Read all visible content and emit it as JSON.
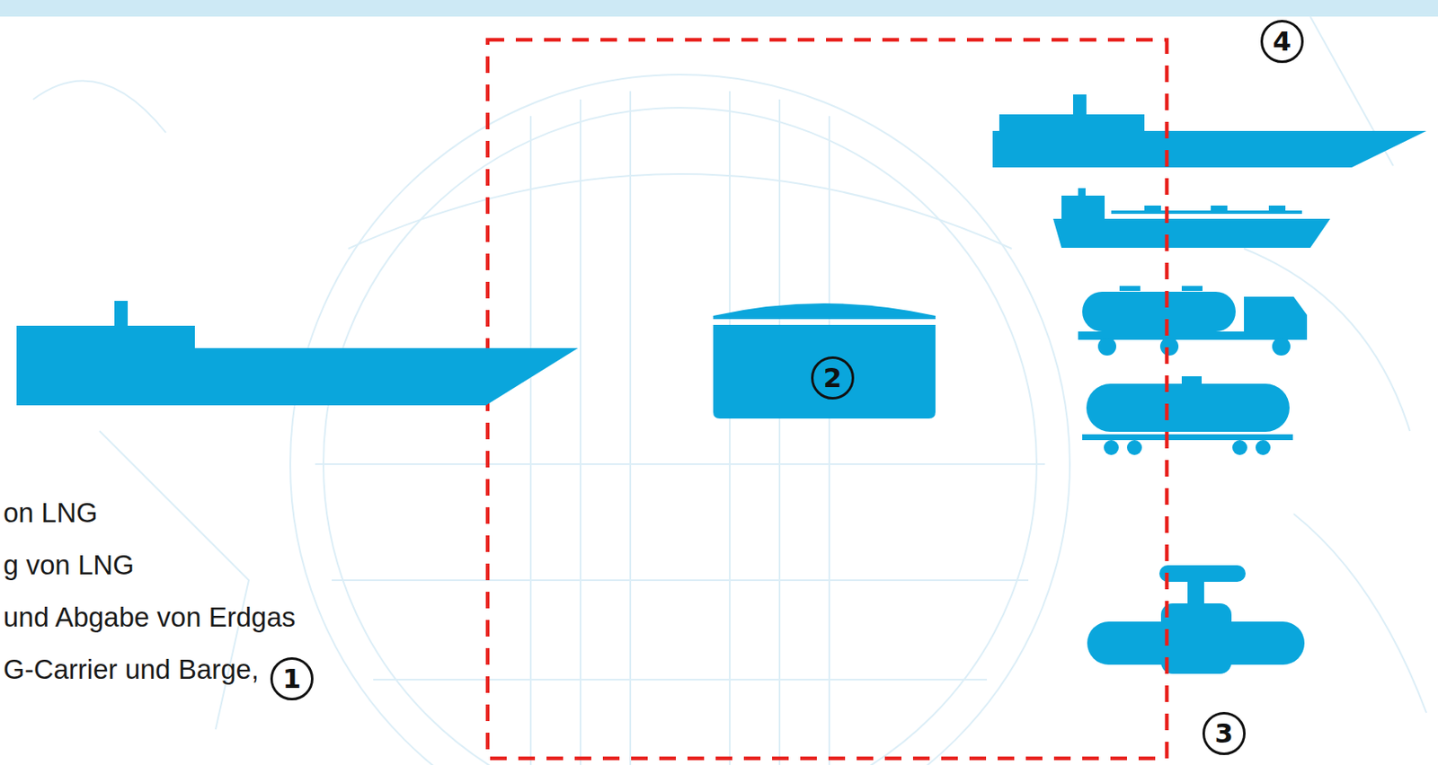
{
  "diagram": {
    "nodes": [
      {
        "text": [
          "1"
        ]
      },
      {
        "text": [
          "2"
        ]
      }
    ],
    "labels": [
      "4",
      "on LNG",
      "g von LNG",
      "und Abgabe von Erdgas",
      "G-Carrier und Barge,",
      "3"
    ]
  }
}
